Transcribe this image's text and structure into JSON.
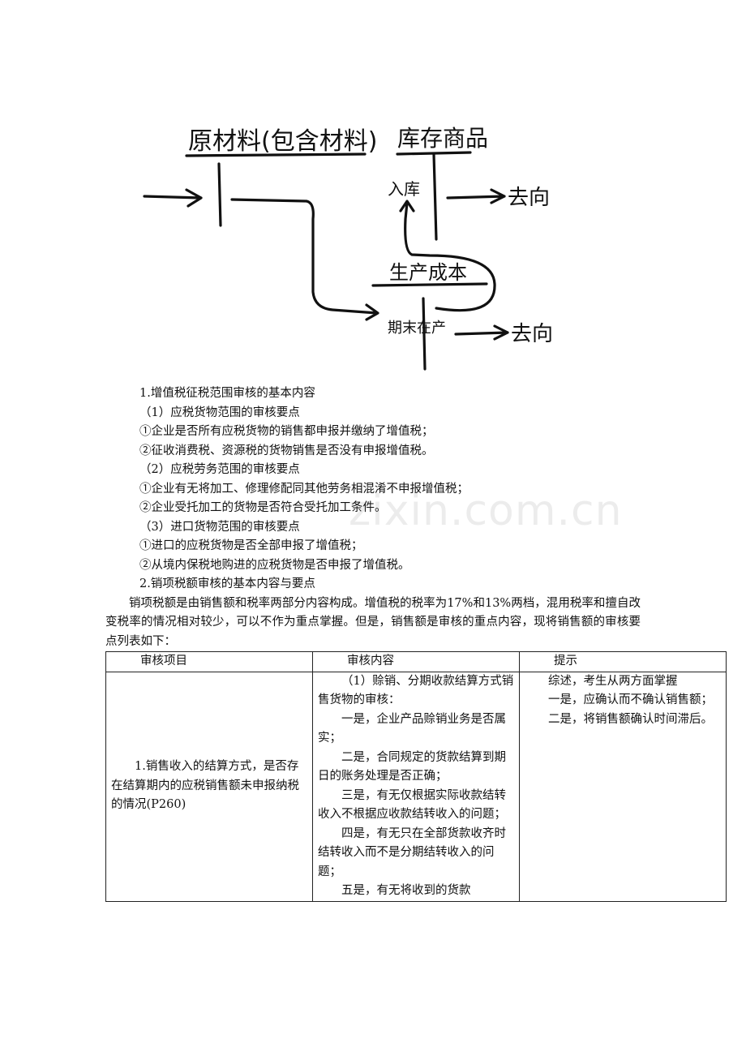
{
  "sketch": {
    "labels": [
      "原材料(包含材料)",
      "库存商品",
      "入库",
      "去向",
      "去向",
      "生产成本",
      "期末在产"
    ]
  },
  "watermark": "zixin.com.cn",
  "doc": {
    "lines": [
      "1.增值税征税范围审核的基本内容",
      "（1）应税货物范围的审核要点",
      "①企业是否所有应税货物的销售都申报并缴纳了增值税；",
      "②征收消费税、资源税的货物销售是否没有申报增值税。",
      "（2）应税劳务范围的审核要点",
      "①企业有无将加工、修理修配同其他劳务相混淆不申报增值税；",
      "②企业受托加工的货物是否符合受托加工条件。",
      "（3）进口货物范围的审核要点",
      "①进口的应税货物是否全部申报了增值税；",
      "②从境内保税地购进的应税货物是否申报了增值税。",
      "2.销项税额审核的基本内容与要点"
    ],
    "paragraph": "销项税额是由销售额和税率两部分内容构成。增值税的税率为17%和13%两档，混用税率和擅自改变税率的情况相对较少，可以不作为重点掌握。但是，销售额是审核的重点内容，现将销售额的审核要点列表如下："
  },
  "table": {
    "headers": [
      "审核项目",
      "审核内容",
      "提示"
    ],
    "row": {
      "item": "1.销售收入的结算方式，是否存在结算期内的应税销售额未申报纳税的情况(P260)",
      "content": [
        "（1）赊销、分期收款结算方式销售货物的审核：",
        "一是，企业产品赊销业务是否属实；",
        "二是，合同规定的货款结算到期日的账务处理是否正确；",
        "三是，有无仅根据实际收款结转收入不根据应收款结转收入的问题；",
        "四是，有无只在全部货款收齐时结转收入而不是分期结转收入的问题；",
        "五是，有无将收到的货款"
      ],
      "tips": [
        "综述，考生从两方面掌握",
        "一是，应确认而不确认销售额；",
        "二是，将销售额确认时间滞后。"
      ]
    }
  }
}
